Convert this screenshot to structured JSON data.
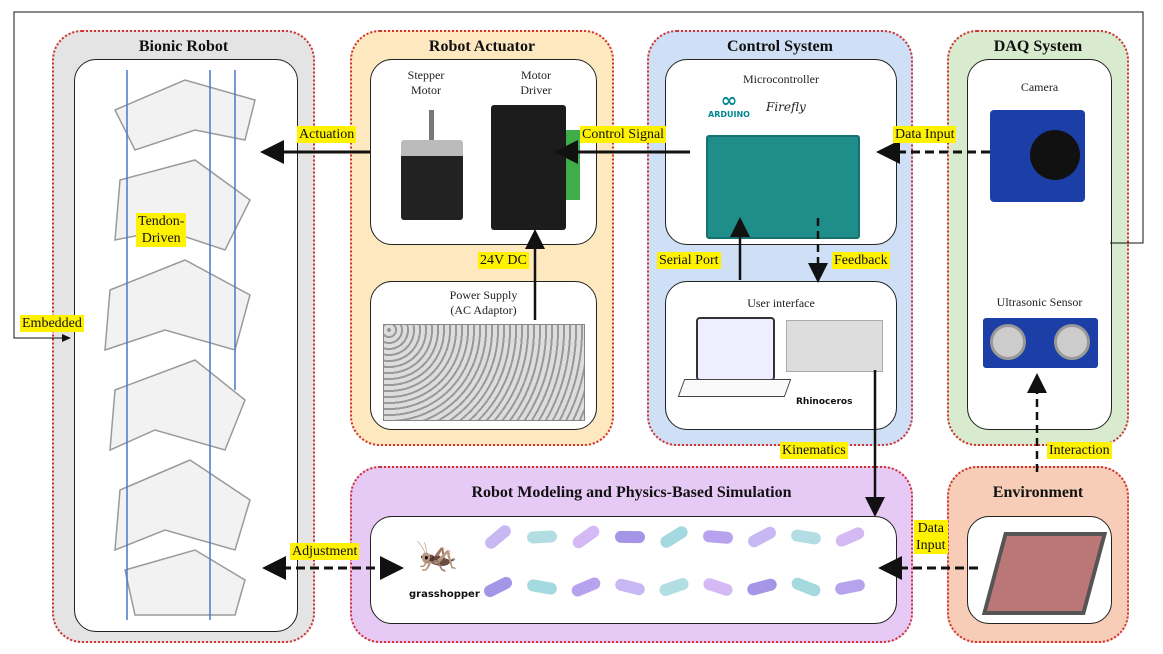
{
  "panels": {
    "bionic_robot": {
      "title": "Bionic Robot"
    },
    "robot_actuator": {
      "title": "Robot Actuator",
      "stepper_motor": "Stepper\nMotor",
      "motor_driver": "Motor\nDriver",
      "power_supply": "Power Supply\n(AC Adaptor)"
    },
    "control_system": {
      "title": "Control System",
      "microcontroller": "Microcontroller",
      "arduino_logo": "ARDUINO",
      "firefly_logo": "Firefly",
      "user_interface": "User interface",
      "rhino_logo": "Rhinoceros"
    },
    "daq_system": {
      "title": "DAQ System",
      "camera": "Camera",
      "ultrasonic_sensor": "Ultrasonic Sensor"
    },
    "simulation": {
      "title": "Robot Modeling and Physics-Based Simulation",
      "grasshopper_logo": "grasshopper"
    },
    "environment": {
      "title": "Environment"
    }
  },
  "labels": {
    "actuation": "Actuation",
    "control_signal": "Control Signal",
    "data_input_camera": "Data Input",
    "tendon_driven": "Tendon-\nDriven",
    "embedded": "Embedded",
    "dc24": "24V DC",
    "serial_port": "Serial Port",
    "feedback": "Feedback",
    "kinematics": "Kinematics",
    "interaction": "Interaction",
    "adjustment": "Adjustment",
    "data_input_env": "Data\nInput"
  },
  "colors": {
    "bionic_bg": "#e4e4e4",
    "actuator_bg": "#fde8bf",
    "control_bg": "#cfe0f6",
    "daq_bg": "#d8ebcf",
    "simulation_bg": "#e7c9f6",
    "environment_bg": "#f7cdb7",
    "tag_bg": "#fff200",
    "border": "#d23030"
  }
}
